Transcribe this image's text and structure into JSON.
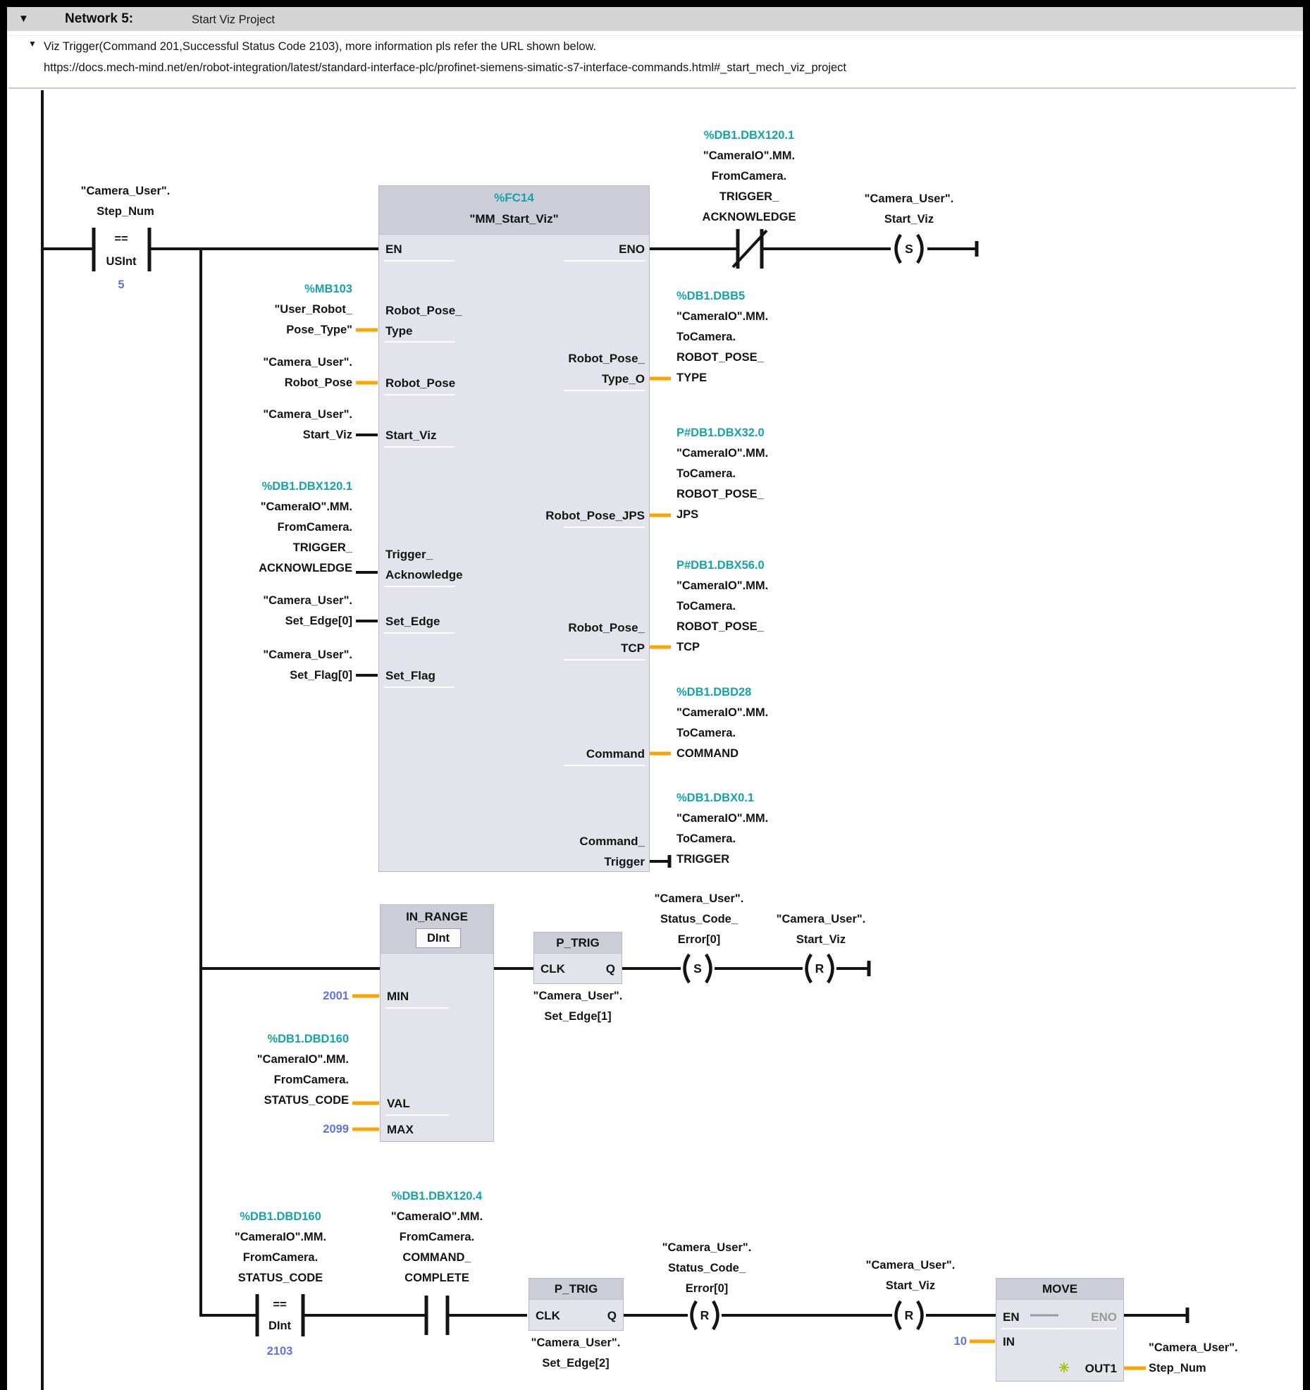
{
  "network_header": {
    "title": "Network 5:",
    "subtitle": "Start Viz Project"
  },
  "icons": {
    "network_collapse": "▼",
    "comment_collapse": "▼",
    "out_modified": "✳"
  },
  "comment": {
    "line1": "Viz Trigger(Command 201,Successful Status Code 2103), more information pls refer the URL shown below.",
    "line2": "https://docs.mech-mind.net/en/robot-integration/latest/standard-interface-plc/profinet-siemens-simatic-s7-interface-commands.html#_start_mech_viz_project"
  },
  "colors": {
    "address_teal": "#14a3a9",
    "value_blue": "#5c73e8",
    "wire_orange": "#ffa300",
    "block_body": "#e3e3ec",
    "block_header": "#cdcdd8",
    "eno_gray": "#9a9a9a",
    "star_green": "#a9c207"
  },
  "contact1": {
    "cmp": "==",
    "type": "USInt",
    "value": "5"
  },
  "cmp3": {
    "cmp": "==",
    "type": "DInt",
    "value": "2103"
  },
  "coils": {
    "set": "S",
    "reset": "R"
  },
  "fc14": {
    "address": "%FC14",
    "name": "\"MM_Start_Viz\"",
    "pins": {
      "en": "EN",
      "eno": "ENO",
      "robot_pose_type": [
        "Robot_Pose_",
        "Type"
      ],
      "robot_pose": "Robot_Pose",
      "start_viz": "Start_Viz",
      "trigger_ack": [
        "Trigger_",
        "Acknowledge"
      ],
      "set_edge": "Set_Edge",
      "set_flag": "Set_Flag",
      "robot_pose_type_o": [
        "Robot_Pose_",
        "Type_O"
      ],
      "robot_pose_jps": "Robot_Pose_JPS",
      "robot_pose_tcp": [
        "Robot_Pose_",
        "TCP"
      ],
      "command": "Command",
      "command_trigger": [
        "Command_",
        "Trigger"
      ]
    }
  },
  "in_range": {
    "title": "IN_RANGE",
    "type": "DInt",
    "pins": {
      "min": "MIN",
      "val": "VAL",
      "max": "MAX"
    },
    "min_value": "2001",
    "max_value": "2099"
  },
  "p_trig": {
    "title": "P_TRIG",
    "clk": "CLK",
    "q": "Q"
  },
  "move": {
    "title": "MOVE",
    "en": "EN",
    "eno": "ENO",
    "in": "IN",
    "out1": "OUT1",
    "in_value": "10"
  },
  "operands": {
    "step_num": [
      "\"Camera_User\".",
      "Step_Num"
    ],
    "mb103": [
      "%MB103",
      "\"User_Robot_",
      "Pose_Type\""
    ],
    "robot_pose": [
      "\"Camera_User\".",
      "Robot_Pose"
    ],
    "start_viz": [
      "\"Camera_User\".",
      "Start_Viz"
    ],
    "trigger_ack": [
      "%DB1.DBX120.1",
      "\"CameraIO\".MM.",
      "FromCamera.",
      "TRIGGER_",
      "ACKNOWLEDGE"
    ],
    "set_edge0": [
      "\"Camera_User\".",
      "Set_Edge[0]"
    ],
    "set_flag0": [
      "\"Camera_User\".",
      "Set_Flag[0]"
    ],
    "dbb5": [
      "%DB1.DBB5",
      "\"CameraIO\".MM.",
      "ToCamera.",
      "ROBOT_POSE_",
      "TYPE"
    ],
    "dbx32": [
      "P#DB1.DBX32.0",
      "\"CameraIO\".MM.",
      "ToCamera.",
      "ROBOT_POSE_",
      "JPS"
    ],
    "dbx56": [
      "P#DB1.DBX56.0",
      "\"CameraIO\".MM.",
      "ToCamera.",
      "ROBOT_POSE_",
      "TCP"
    ],
    "dbd28": [
      "%DB1.DBD28",
      "\"CameraIO\".MM.",
      "ToCamera.",
      "COMMAND"
    ],
    "dbx01": [
      "%DB1.DBX0.1",
      "\"CameraIO\".MM.",
      "ToCamera.",
      "TRIGGER"
    ],
    "status_code": [
      "%DB1.DBD160",
      "\"CameraIO\".MM.",
      "FromCamera.",
      "STATUS_CODE"
    ],
    "command_complete": [
      "%DB1.DBX120.4",
      "\"CameraIO\".MM.",
      "FromCamera.",
      "COMMAND_",
      "COMPLETE"
    ],
    "set_edge1": [
      "\"Camera_User\".",
      "Set_Edge[1]"
    ],
    "set_edge2": [
      "\"Camera_User\".",
      "Set_Edge[2]"
    ],
    "status_err": [
      "\"Camera_User\".",
      "Status_Code_",
      "Error[0]"
    ]
  }
}
